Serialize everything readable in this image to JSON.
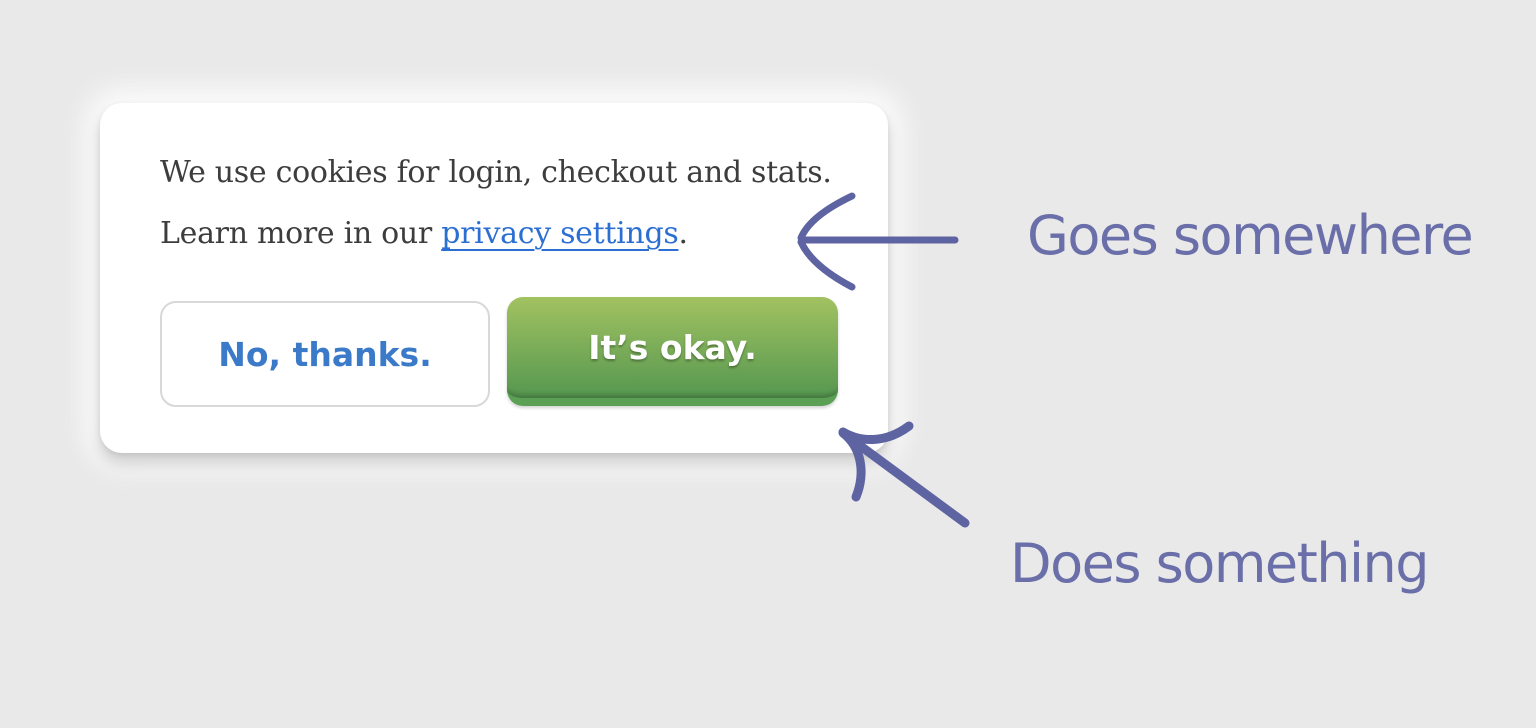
{
  "banner": {
    "message_line1": "We use cookies for login, checkout and stats.",
    "message_line2_prefix": "Learn more in our ",
    "link_label": "privacy settings",
    "message_line2_suffix": ".",
    "decline_label": "No, thanks.",
    "accept_label": "It’s okay."
  },
  "annotations": {
    "link_note": "Goes somewhere",
    "button_note": "Does something"
  },
  "colors": {
    "page_bg": "#e9e9e9",
    "card_bg": "#ffffff",
    "body_text": "#3d3d3d",
    "link_color": "#2c6fd3",
    "decline_text": "#3b7ac9",
    "decline_border": "#d8d8d8",
    "accept_gradient_top": "#a2c261",
    "accept_gradient_bottom": "#559750",
    "accept_edge": "#5ba055",
    "accept_text": "#ffffff",
    "annotation_text": "#6a6fa9",
    "arrow_color": "#5e64a2"
  }
}
